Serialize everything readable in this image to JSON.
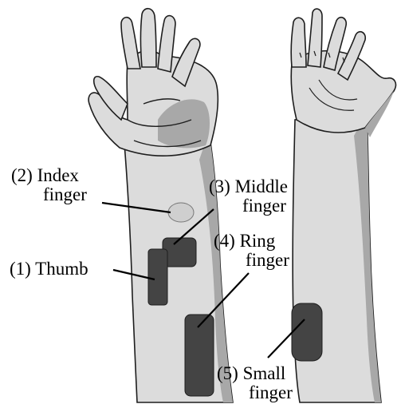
{
  "labels": {
    "index": {
      "line1": "(2) Index",
      "line2": "finger"
    },
    "middle": {
      "line1": "(3) Middle",
      "line2": "finger"
    },
    "ring": {
      "line1": "(4) Ring",
      "line2": "finger"
    },
    "thumb": {
      "line1": "(1) Thumb"
    },
    "small": {
      "line1": "(5) Small",
      "line2": "finger"
    }
  },
  "colors": {
    "skin": "#dcdcdc",
    "shade": "#a8a8a8",
    "outline": "#1e1e1e",
    "index_pad": "#cfcfcf",
    "pad": "#444444"
  }
}
